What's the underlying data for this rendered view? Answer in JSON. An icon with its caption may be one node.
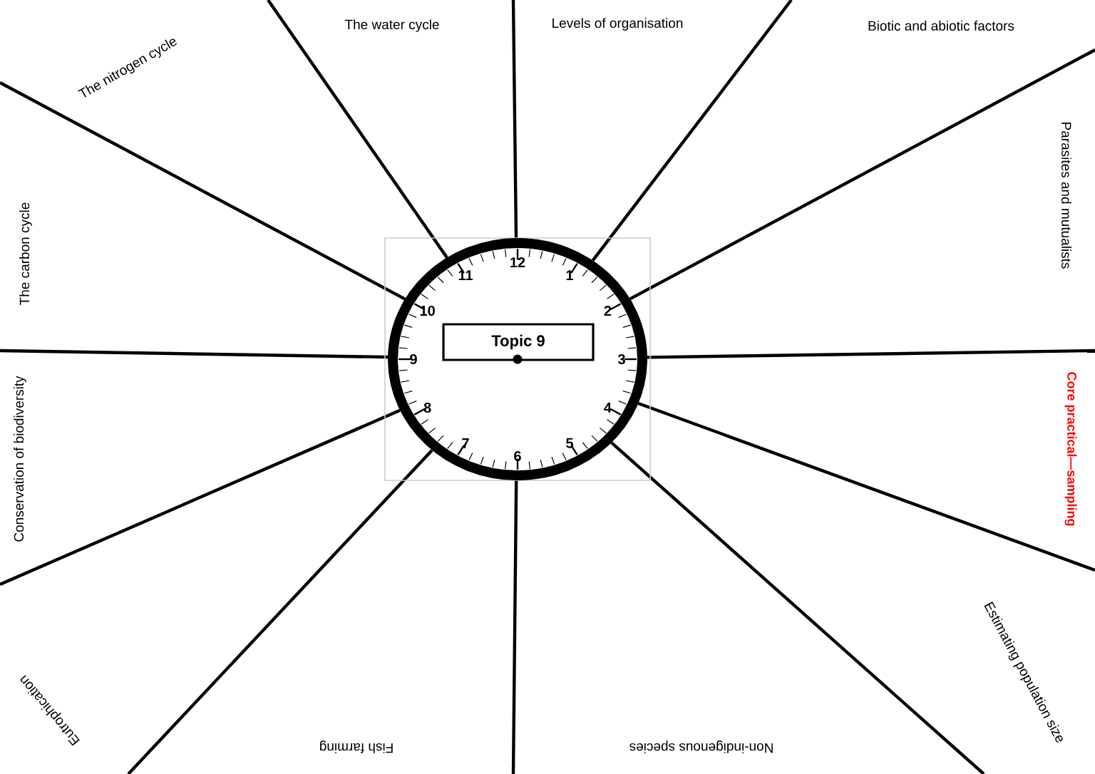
{
  "diagram": {
    "nodes": [
      {
        "text": [
          "Topic 9"
        ]
      }
    ],
    "labels": [
      "The water cycle",
      "Levels of organisation",
      "Biotic and abiotic factors",
      "Parasites and mutualists",
      "Core practical—sampling",
      "Estimating population size",
      "Non-indigenous species",
      "Fish farming",
      "Eutrophication",
      "Conservation of biodiversity",
      "The carbon cycle",
      "The nitrogen cycle",
      "12",
      "1",
      "2",
      "3",
      "4",
      "5",
      "6",
      "7",
      "8",
      "9",
      "10",
      "11"
    ]
  }
}
